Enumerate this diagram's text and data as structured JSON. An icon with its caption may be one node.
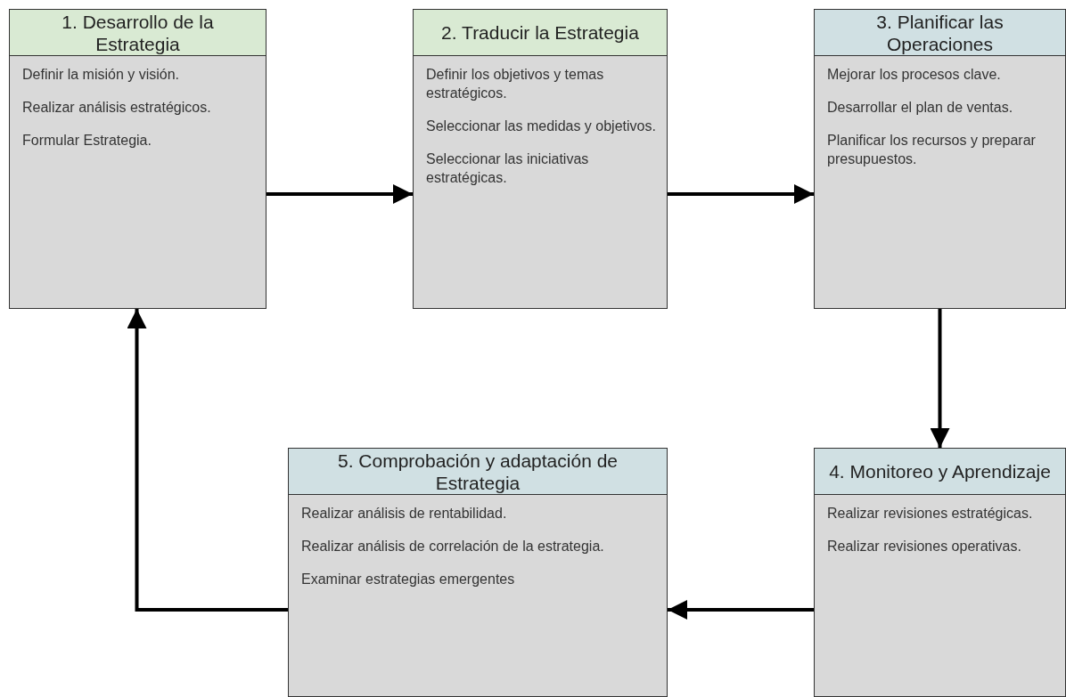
{
  "diagram": {
    "nodes": [
      {
        "text": [
          "1. Desarrollo de la Estrategia",
          "Definir la misión y visión.",
          "Realizar análisis estratégicos.",
          "Formular Estrategia."
        ]
      },
      {
        "text": [
          "2. Traducir la Estrategia",
          "Definir los objetivos y temas estratégicos.",
          "Seleccionar las medidas y objetivos.",
          "Seleccionar las iniciativas estratégicas."
        ]
      },
      {
        "text": [
          "3. Planificar las Operaciones",
          "Mejorar los procesos clave.",
          "Desarrollar el plan de ventas.",
          "Planificar los recursos y preparar presupuestos."
        ]
      },
      {
        "text": [
          "4. Monitoreo y Aprendizaje",
          "Realizar revisiones estratégicas.",
          "Realizar revisiones operativas."
        ]
      },
      {
        "text": [
          "5. Comprobación y adaptación de Estrategia",
          "Realizar análisis de rentabilidad.",
          "Realizar análisis de correlación de la estrategia.",
          "Examinar estrategias emergentes"
        ]
      }
    ],
    "edges": [
      {
        "from": 0,
        "to": 1,
        "arrow": "to"
      },
      {
        "from": 1,
        "to": 2,
        "arrow": "to"
      },
      {
        "from": 2,
        "to": 3,
        "arrow": "to"
      },
      {
        "from": 3,
        "to": 4,
        "arrow": "to"
      },
      {
        "from": 4,
        "to": 0,
        "arrow": "to"
      }
    ]
  }
}
